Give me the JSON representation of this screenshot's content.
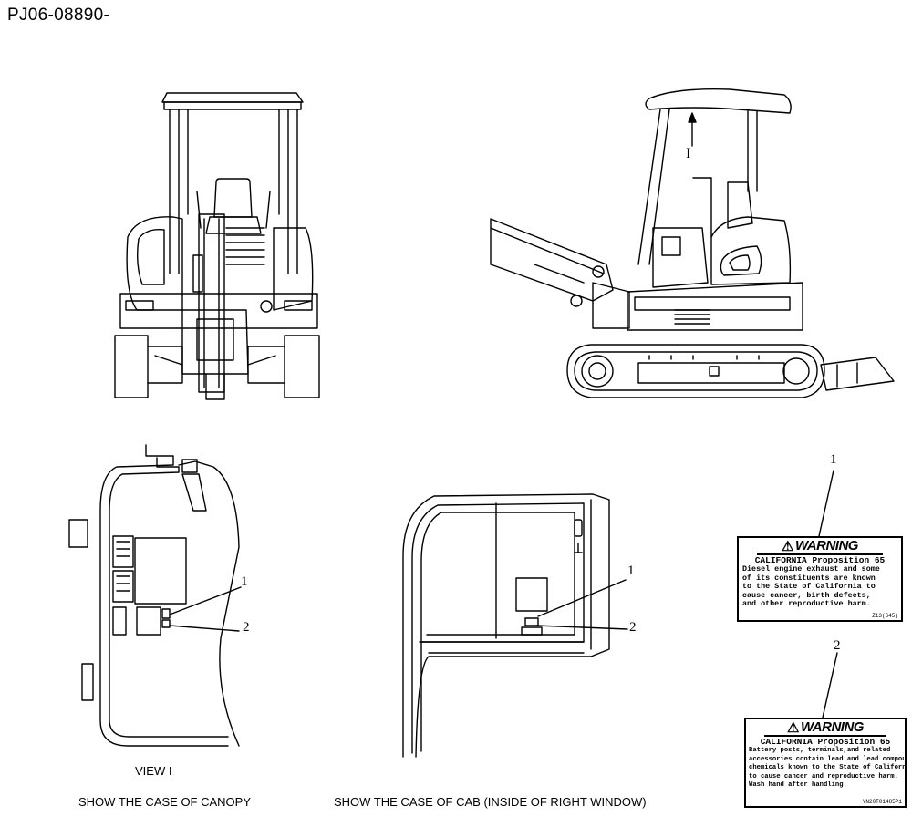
{
  "doc_id": "PJ06-08890-",
  "captions": {
    "view": "VIEW  I",
    "canopy": "SHOW THE CASE OF CANOPY",
    "cab": "SHOW THE CASE OF CAB (INSIDE OF RIGHT WINDOW)"
  },
  "view_marker": "I",
  "callouts": {
    "canopy_1": "1",
    "canopy_2": "2",
    "cab_1": "1",
    "cab_2": "2",
    "label_1": "1",
    "label_2": "2"
  },
  "label1": {
    "header": "WARNING",
    "title": "CALIFORNIA Proposition 65",
    "body": "Diesel engine exhaust and some\nof its constituents are known\nto the State of California to\ncause cancer, birth defects,\nand other reproductive harm.",
    "code": "Z13(645)"
  },
  "label2": {
    "header": "WARNING",
    "title": "CALIFORNIA Proposition 65",
    "body": "Battery posts, terminals,and related\naccessories contain lead and lead compounds,\nchemicals known to the State of California\nto cause cancer and reproductive harm.\nWash hand after handling.",
    "code": "YN20T01485P1"
  }
}
